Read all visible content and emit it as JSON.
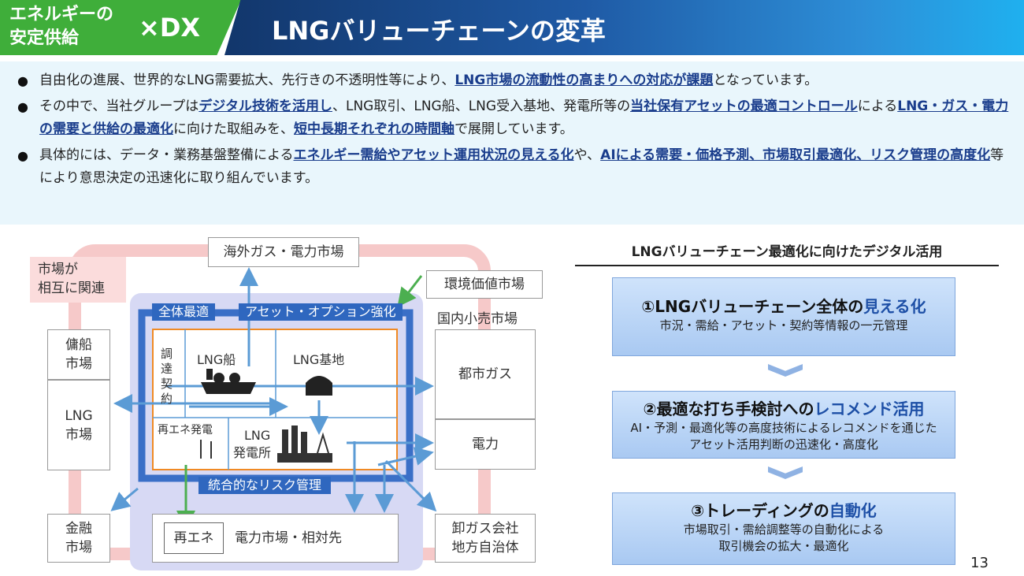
{
  "header": {
    "category": "エネルギーの安定供給",
    "category_line1": "エネルギーの",
    "category_line2": "安定供給",
    "dx": "×DX",
    "title": "LNGバリューチェーンの変革",
    "left_color": "#3fae3a",
    "right_color": "#1f5aa5"
  },
  "intro": {
    "bullet1": {
      "a": "自由化の進展、世界的なLNG需要拡大、先行きの不透明性等により、",
      "b": "LNG市場の流動性の高まりへの対応が課題",
      "c": "となっています。"
    },
    "bullet2": {
      "a": "その中で、当社グループは",
      "b": "デジタル技術を活用し",
      "c": "、LNG取引、LNG船、LNG受入基地、発電所等の",
      "d": "当社保有アセットの最適コントロール",
      "e": "による",
      "f": "LNG・ガス・電力の需要と供給の最適化",
      "g": "に向けた取組みを、",
      "h": "短中長期それぞれの時間軸",
      "i": "で展開しています。"
    },
    "bullet3": {
      "a": "具体的には、データ・業務基盤整備による",
      "b": "エネルギー需給やアセット運用状況の見える化",
      "c": "や、",
      "d": "AIによる需要・価格予測、市場取引最適化、リスク管理の高度化",
      "e": "等により意思決定の迅速化に取り組んでいます。"
    }
  },
  "diagram": {
    "market_link": "市場が相互に関連",
    "market_link_l1": "市場が",
    "market_link_l2": "相互に関連",
    "overseas_market": "海外ガス・電力市場",
    "env_market": "環境価値市場",
    "domestic_retail": "国内小売市場",
    "overall_opt": "全体最適",
    "asset_option": "アセット・オプション強化",
    "procurement": "調達契約",
    "lng_ship": "LNG船",
    "lng_terminal": "LNG基地",
    "renewable_gen": "再エネ発電",
    "lng_power": "LNG発電所",
    "lng_power_l1": "LNG",
    "lng_power_l2": "発電所",
    "city_gas": "都市ガス",
    "electricity": "電力",
    "charter": "傭船市場",
    "charter_l1": "傭船",
    "charter_l2": "市場",
    "lng_market_l1": "LNG",
    "lng_market_l2": "市場",
    "risk_mgmt": "統合的なリスク管理",
    "finance_l1": "金融",
    "finance_l2": "市場",
    "renewable": "再エネ",
    "power_market": "電力市場・相対先",
    "wholesale_l1": "卸ガス会社",
    "wholesale_l2": "地方自治体"
  },
  "panel": {
    "heading": "LNGバリューチェーン最適化に向けたデジタル活用",
    "step1": {
      "title_a": "①LNGバリューチェーン全体の",
      "title_b": "見える化",
      "desc": "市況・需給・アセット・契約等情報の一元管理"
    },
    "step2": {
      "title_a": "②最適な打ち手検討への",
      "title_b": "レコメンド活用",
      "desc1": "AI・予測・最適化等の高度技術によるレコメンドを通じた",
      "desc2": "アセット活用判断の迅速化・高度化"
    },
    "step3": {
      "title_a": "③トレーディングの",
      "title_b": "自動化",
      "desc1": "市場取引・需給調整等の自動化による",
      "desc2": "取引機会の拡大・最適化"
    }
  },
  "page_number": "13"
}
